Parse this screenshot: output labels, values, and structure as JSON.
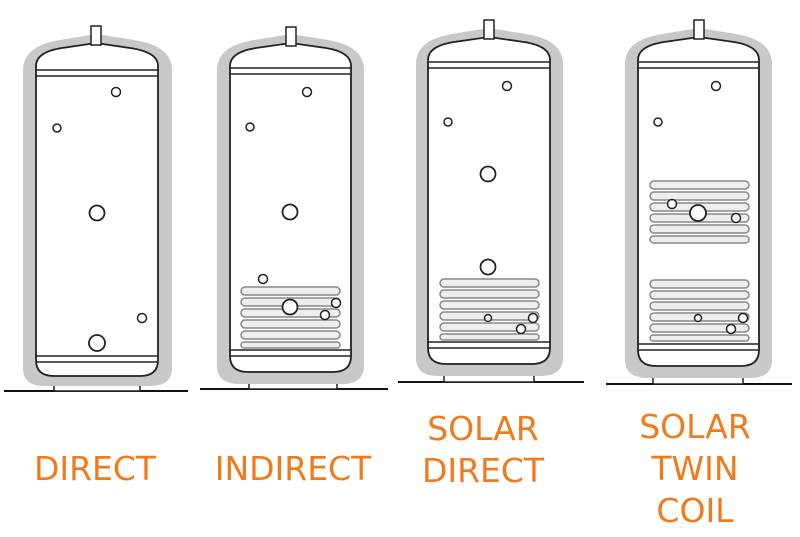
{
  "accent_color": "#f07a1c",
  "tanks": [
    {
      "id": "direct",
      "lines": [
        "DIRECT"
      ],
      "coils": 0
    },
    {
      "id": "indirect",
      "lines": [
        "INDIRECT"
      ],
      "coils": 1
    },
    {
      "id": "solar-direct",
      "lines": [
        "SOLAR",
        "DIRECT"
      ],
      "coils": 1
    },
    {
      "id": "solar-twin-coil",
      "lines": [
        "SOLAR",
        "TWIN",
        "COIL"
      ],
      "coils": 2
    }
  ]
}
